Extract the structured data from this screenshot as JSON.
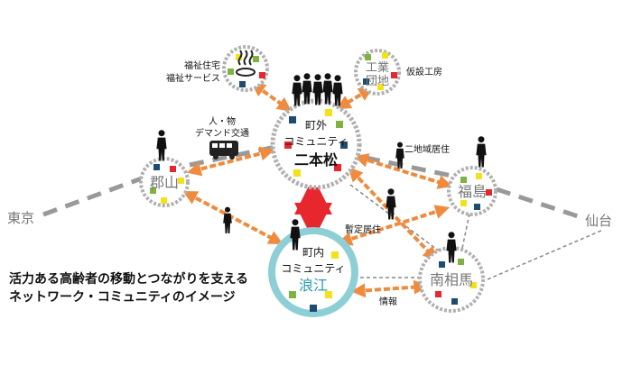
{
  "nodes": {
    "nihonmatsu": {
      "line1": "町外",
      "line2": "コミュニティ",
      "line3": "二本松"
    },
    "namie": {
      "line1": "町内",
      "line2": "コミュニティ",
      "line3": "浪江"
    },
    "koriyama": {
      "label": "郡山"
    },
    "fukushima": {
      "label": "福島"
    },
    "minamisoma": {
      "label": "南相馬"
    },
    "welfare": {
      "label1": "福祉住宅",
      "label2": "福祉サービス"
    },
    "industrial": {
      "title1": "工業",
      "title2": "団地",
      "label": "仮設工房"
    }
  },
  "places": {
    "tokyo": "東京",
    "sendai": "仙台"
  },
  "links": {
    "people_goods_1": "人・物",
    "people_goods_2": "デマンド交通",
    "two_region": "二地域居住",
    "provisional": "暫定居住",
    "info": "情報"
  },
  "caption": {
    "line1": "活力ある高齢者の移動とつながりを支える",
    "line2": "ネットワーク・コミュニティのイメージ"
  },
  "colors": {
    "arrow": "#f08a3c",
    "main_arrow": "#e8262d",
    "ring": "#b0b0b0",
    "ring_namie": "#8ecfd6",
    "dash": "#999999",
    "sq_yellow": "#f2e21a",
    "sq_red": "#e8262d",
    "sq_green": "#7fb341",
    "sq_navy": "#1d4c6e"
  }
}
